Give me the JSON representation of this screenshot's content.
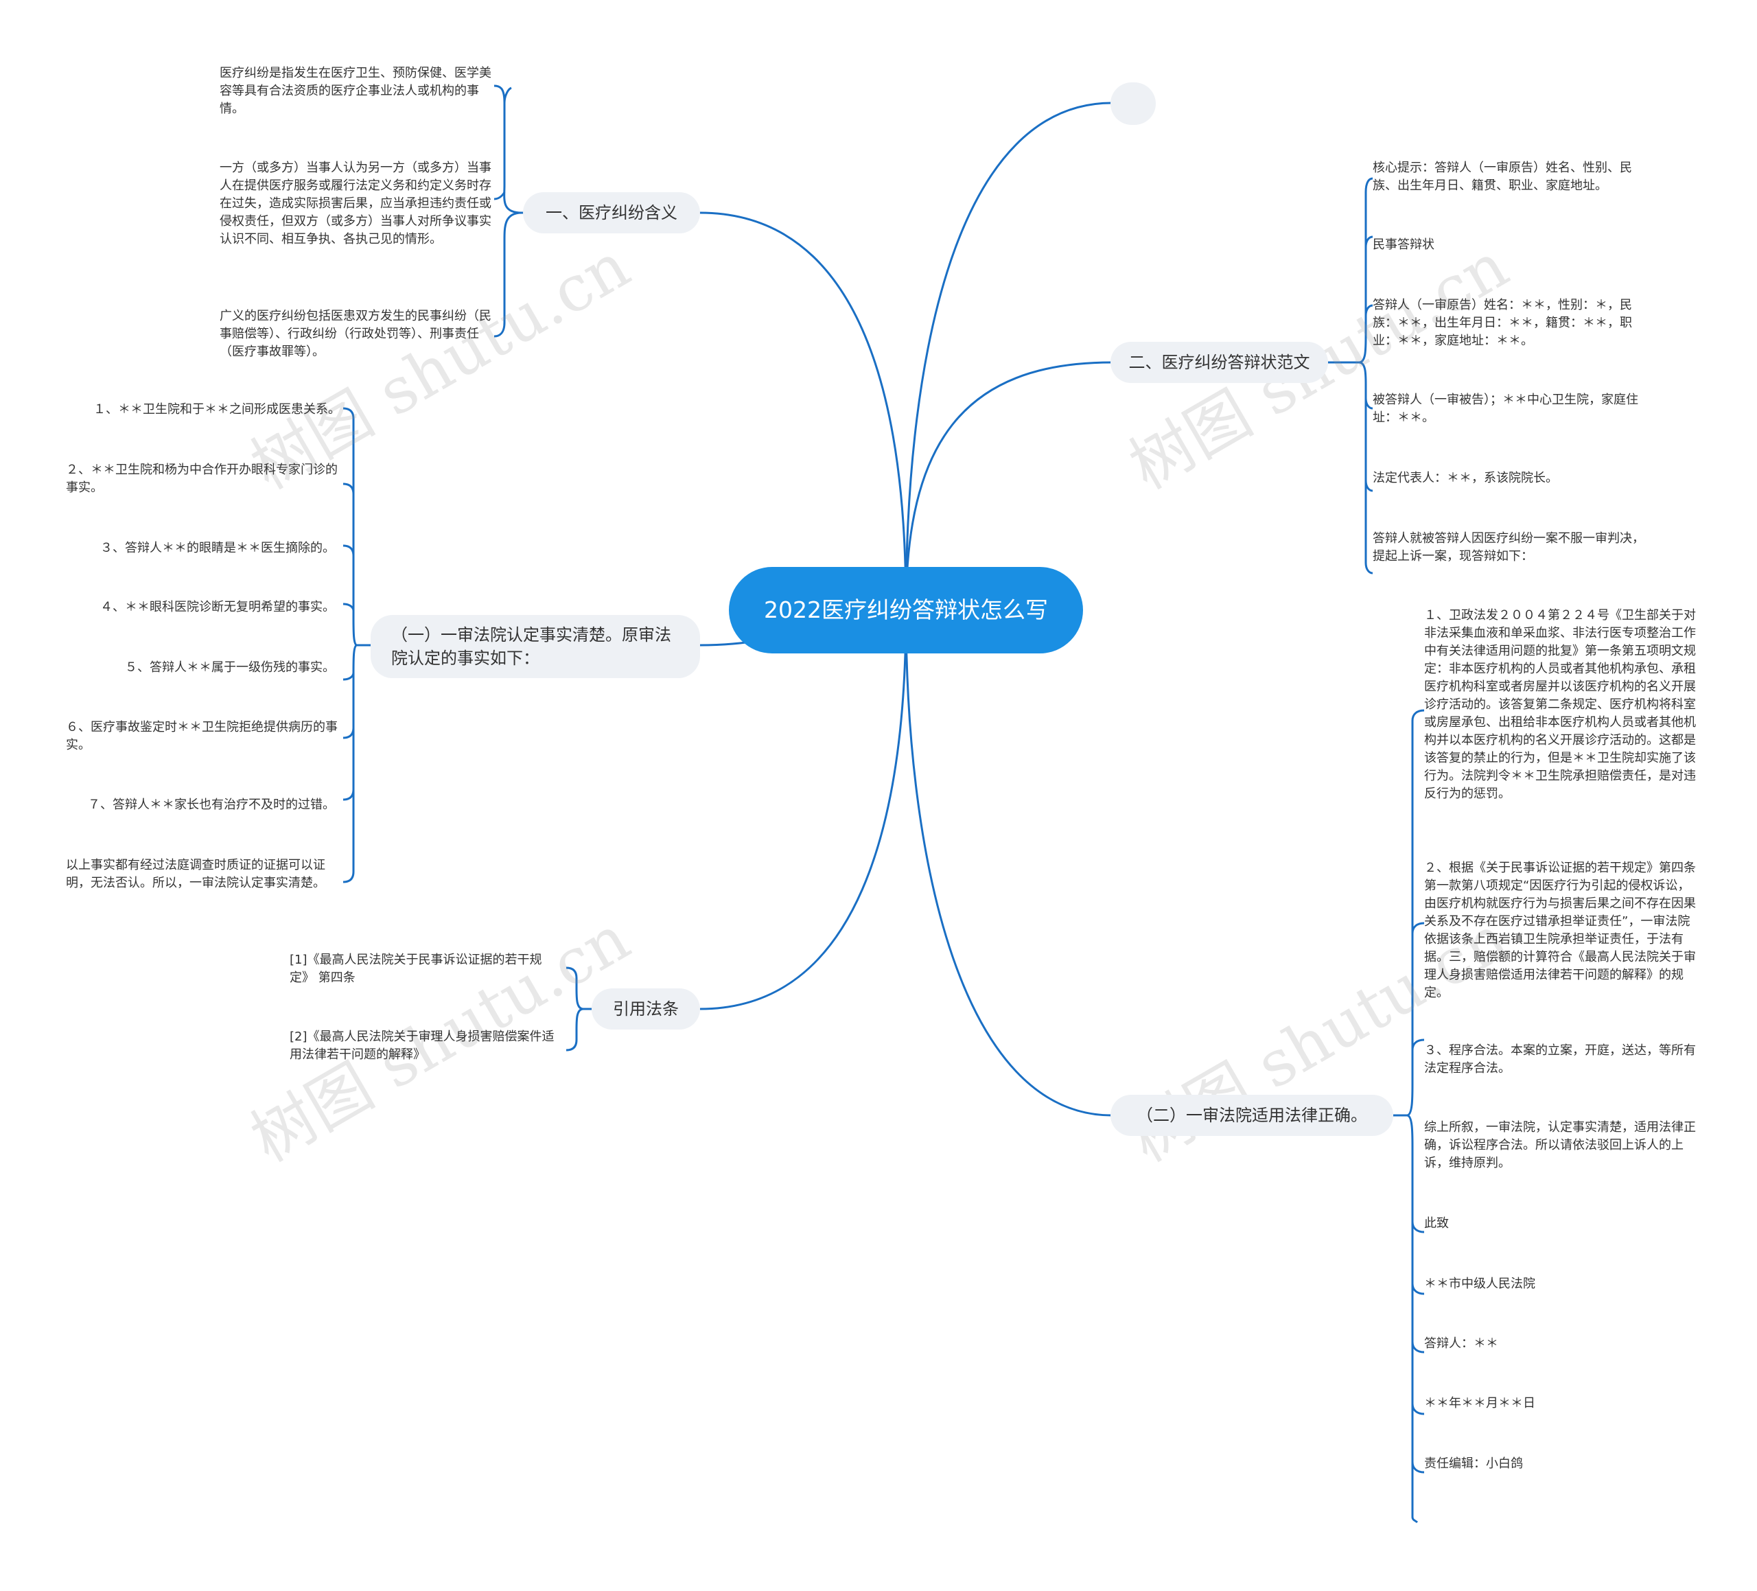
{
  "center": {
    "title": "2022医疗纠纷答辩状怎么写"
  },
  "branches": {
    "b1": "一、医疗纠纷含义",
    "b2": "（一）一审法院认定事实清楚。原审法院认定的事实如下：",
    "b3": "引用法条",
    "b4": "二、医疗纠纷答辩状范文",
    "b5": "（二）一审法院适用法律正确。"
  },
  "b1_items": [
    "医疗纠纷是指发生在医疗卫生、预防保健、医学美容等具有合法资质的医疗企事业法人或机构的事情。",
    "一方（或多方）当事人认为另一方（或多方）当事人在提供医疗服务或履行法定义务和约定义务时存在过失，造成实际损害后果，应当承担违约责任或侵权责任，但双方（或多方）当事人对所争议事实认识不同、相互争执、各执己见的情形。",
    "广义的医疗纠纷包括医患双方发生的民事纠纷（民事赔偿等）、行政纠纷（行政处罚等）、刑事责任（医疗事故罪等）。"
  ],
  "b2_items": [
    "１、＊＊卫生院和于＊＊之间形成医患关系。",
    "２、＊＊卫生院和杨为中合作开办眼科专家门诊的事实。",
    "３、答辩人＊＊的眼睛是＊＊医生摘除的。",
    "４、＊＊眼科医院诊断无复明希望的事实。",
    "５、答辩人＊＊属于一级伤残的事实。",
    "６、医疗事故鉴定时＊＊卫生院拒绝提供病历的事实。",
    "７、答辩人＊＊家长也有治疗不及时的过错。",
    "以上事实都有经过法庭调查时质证的证据可以证明，无法否认。所以，一审法院认定事实清楚。"
  ],
  "b3_items": [
    "[1]《最高人民法院关于民事诉讼证据的若干规定》 第四条",
    "[2]《最高人民法院关于审理人身损害赔偿案件适用法律若干问题的解释》"
  ],
  "b4_items": [
    "核心提示：答辩人（一审原告）姓名、性别、民族、出生年月日、籍贯、职业、家庭地址。",
    "民事答辩状",
    "答辩人（一审原告）姓名：＊＊，性别：＊，民族：＊＊，出生年月日：＊＊，籍贯：＊＊，职业：＊＊，家庭地址：＊＊。",
    "被答辩人（一审被告）；＊＊中心卫生院，家庭住址：＊＊。",
    "法定代表人：＊＊，系该院院长。",
    "答辩人就被答辩人因医疗纠纷一案不服一审判决，提起上诉一案，现答辩如下："
  ],
  "b5_items": [
    "１、卫政法发２００４第２２４号《卫生部关于对非法采集血液和单采血浆、非法行医专项整治工作中有关法律适用问题的批复》第一条第五项明文规定：非本医疗机构的人员或者其他机构承包、承租医疗机构科室或者房屋并以该医疗机构的名义开展诊疗活动的。该答复第二条规定、医疗机构将科室或房屋承包、出租给非本医疗机构人员或者其他机构并以本医疗机构的名义开展诊疗活动的。这都是该答复的禁止的行为，但是＊＊卫生院却实施了该行为。法院判令＊＊卫生院承担赔偿责任，是对违反行为的惩罚。",
    "２、根据《关于民事诉讼证据的若干规定》第四条第一款第八项规定“因医疗行为引起的侵权诉讼，由医疗机构就医疗行为与损害后果之间不存在因果关系及不存在医疗过错承担举证责任”，一审法院依据该条上西岩镇卫生院承担举证责任，于法有据。三，赔偿额的计算符合《最高人民法院关于审理人身损害赔偿适用法律若干问题的解释》的规定。",
    "３、程序合法。本案的立案，开庭，送达，等所有法定程序合法。",
    "综上所叙，一审法院，认定事实清楚，适用法律正确，诉讼程序合法。所以请依法驳回上诉人的上诉，维持原判。",
    "此致",
    "＊＊市中级人民法院",
    "答辩人：＊＊",
    "＊＊年＊＊月＊＊日",
    "责任编辑：小白鸽"
  ],
  "watermark": "树图 shutu.cn",
  "colors": {
    "edge": "#1a6fc4",
    "center": "#1a8fe3",
    "branch_bg": "#eef1f5"
  }
}
